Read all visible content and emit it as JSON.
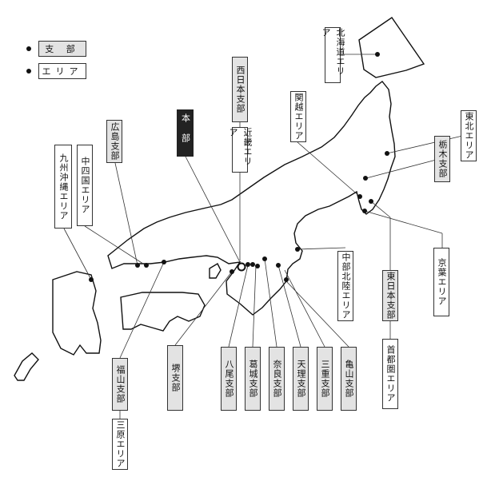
{
  "legend": {
    "branch": "支 部",
    "area": "エリア"
  },
  "labels": {
    "hokkaido_area": "北海道エリア",
    "tohoku_area": "東北エリア",
    "tochigi_branch": "栃木支部",
    "kanetsu_area": "関越エリア",
    "keiyo_area": "京葉エリア",
    "higashinihon_branch": "東日本支部",
    "shutoken_area": "首都圏エリア",
    "chubu_hokuriku_area": "中部北陸エリア",
    "nishinihon_branch": "西日本支部",
    "kinki_area": "近畿エリア",
    "honbu": "本部",
    "hiroshima_branch": "広島支部",
    "chushikoku_area": "中四国エリア",
    "kyushu_okinawa_area": "九州沖縄エリア",
    "fukuyama_branch": "福山支部",
    "mihara_area": "三原エリア",
    "sakai_branch": "堺支部",
    "yao_branch": "八尾支部",
    "katsuragi_branch": "葛城支部",
    "nara_branch": "奈良支部",
    "tenri_branch": "天理支部",
    "mie_branch": "三重支部",
    "kameyama_branch": "亀山支部"
  }
}
